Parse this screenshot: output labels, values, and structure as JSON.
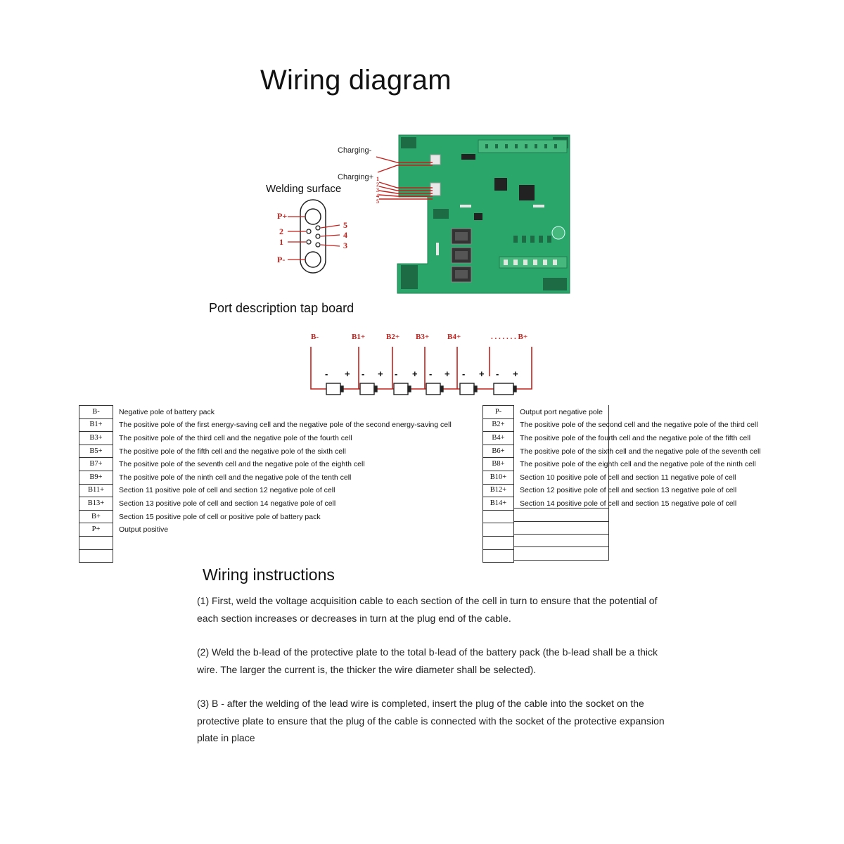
{
  "title": "Wiring diagram",
  "board": {
    "charging_minus": "Charging-",
    "charging_plus": "Charging+",
    "wire_numbers": [
      "1",
      "2",
      "3",
      "4",
      "5"
    ]
  },
  "welding": {
    "label": "Welding surface",
    "pins": {
      "p_plus": "P+",
      "p_minus": "P-",
      "n1": "1",
      "n2": "2",
      "n3": "3",
      "n4": "4",
      "n5": "5"
    }
  },
  "port_description": {
    "label": "Port description tap board",
    "taps": [
      "B-",
      "B1+",
      "B2+",
      "B3+",
      "B4+",
      ". . . . . . . B+"
    ],
    "minus": "-",
    "plus": "+"
  },
  "table_left": [
    {
      "code": "B-",
      "desc": "Negative pole of battery pack"
    },
    {
      "code": "B1+",
      "desc": "The positive pole of the first energy-saving cell and the negative pole of the second energy-saving cell"
    },
    {
      "code": "B3+",
      "desc": "The positive pole of the third cell and the negative pole of the fourth cell"
    },
    {
      "code": "B5+",
      "desc": "The positive pole of the fifth cell and the negative pole of the sixth cell"
    },
    {
      "code": "B7+",
      "desc": "The positive pole of the seventh cell and the negative pole of the eighth cell"
    },
    {
      "code": "B9+",
      "desc": "The positive pole of the ninth cell and the negative pole of the tenth cell"
    },
    {
      "code": "B11+",
      "desc": "Section 11 positive pole of cell and section 12 negative pole of cell"
    },
    {
      "code": "B13+",
      "desc": "Section 13 positive pole of cell and section 14 negative pole of cell"
    },
    {
      "code": "B+",
      "desc": "Section 15 positive pole of cell or positive pole of battery pack"
    },
    {
      "code": "P+",
      "desc": "Output positive"
    },
    {
      "code": "",
      "desc": ""
    },
    {
      "code": "",
      "desc": ""
    }
  ],
  "table_right": [
    {
      "code": "P-",
      "desc": "Output port negative pole"
    },
    {
      "code": "B2+",
      "desc": "The positive pole of the second cell and the negative pole of the third cell"
    },
    {
      "code": "B4+",
      "desc": "The positive pole of the fourth cell and the negative pole of the fifth cell"
    },
    {
      "code": "B6+",
      "desc": "The positive pole of the sixth cell and the negative pole of the seventh cell"
    },
    {
      "code": "B8+",
      "desc": "The positive pole of the eighth cell and the negative pole of the ninth cell"
    },
    {
      "code": "B10+",
      "desc": "Section 10 positive pole of cell and section 11 negative pole of cell"
    },
    {
      "code": "B12+",
      "desc": "Section 12 positive pole of cell and section 13 negative pole of cell"
    },
    {
      "code": "B14+",
      "desc": "Section 14 positive pole of cell and section 15 negative pole of cell"
    },
    {
      "code": "",
      "desc": ""
    },
    {
      "code": "",
      "desc": ""
    },
    {
      "code": "",
      "desc": ""
    },
    {
      "code": "",
      "desc": ""
    }
  ],
  "instructions": {
    "heading": "Wiring instructions",
    "steps": [
      "(1) First, weld the voltage acquisition cable to each section of the cell in turn to ensure that the potential of each section increases or decreases in turn at the plug end of the cable.",
      "(2) Weld the b-lead of the protective plate to the total b-lead of the battery pack (the b-lead shall be a thick wire. The larger the current is, the thicker the wire diameter shall be selected).",
      "(3) B - after the welding of the lead wire is completed, insert the plug of the cable into the socket on the protective plate to ensure that the plug of the cable is connected with the socket of the protective expansion plate in place"
    ]
  },
  "colors": {
    "pcb": "#2aa66a",
    "wire": "#c4201c",
    "ink": "#111111"
  }
}
